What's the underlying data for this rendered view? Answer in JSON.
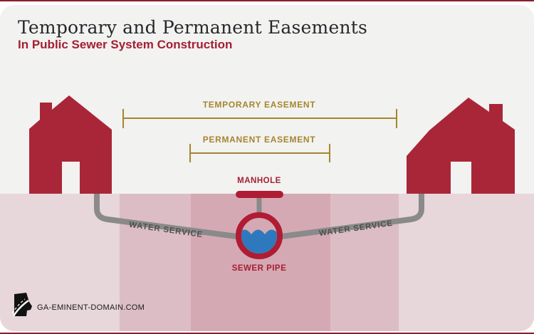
{
  "header": {
    "title": "Temporary and Permanent Easements",
    "subtitle": "In Public Sewer System Construction"
  },
  "labels": {
    "temporary_easement": "TEMPORARY EASEMENT",
    "permanent_easement": "PERMANENT EASEMENT",
    "manhole": "MANHOLE",
    "sewer_pipe": "SEWER PIPE",
    "water_service_left": "WATER SERVICE",
    "water_service_right": "WATER SERVICE"
  },
  "footer": {
    "website": "GA-EMINENT-DOMAIN.COM"
  },
  "colors": {
    "accent_red": "#a92638",
    "ring_red": "#b01c33",
    "crimson_text": "#a51e32",
    "gold": "#a5862e",
    "title_dark": "#25282a",
    "pipe_gray": "#8a8a8a",
    "water_blue": "#2e79bd",
    "ground_light": "#e7d6da",
    "ground_medium": "#ddbdc5",
    "ground_dark": "#d5a9b4",
    "card_bg": "#f2f2f1",
    "border_maroon": "#8c1d2c",
    "label_gray": "#4f4f4f",
    "footer_black": "#1a1a1a"
  }
}
